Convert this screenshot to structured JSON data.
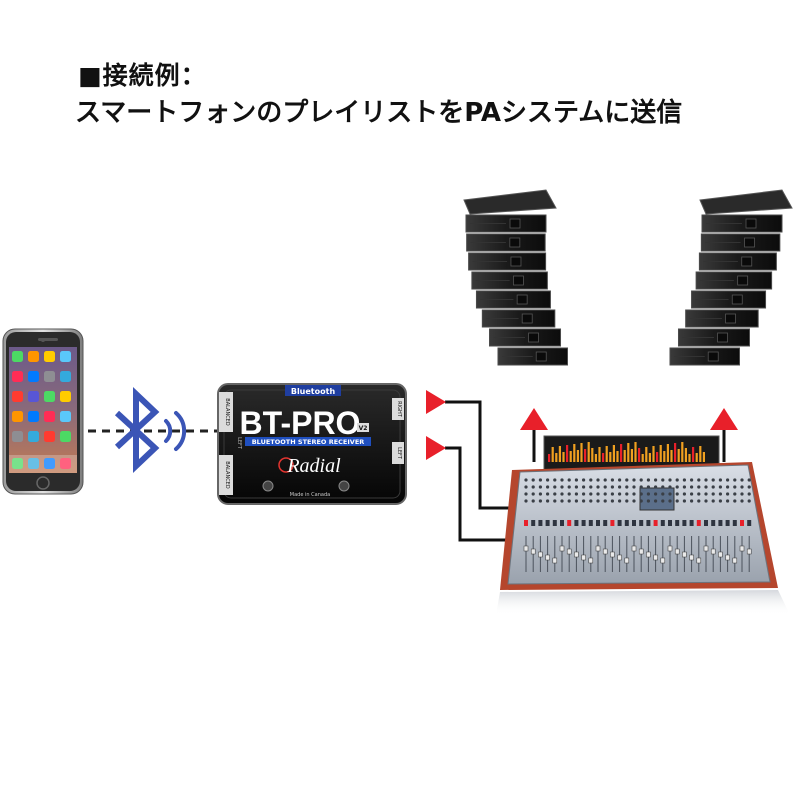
{
  "heading": {
    "line1": "■接続例：",
    "line2": "スマートフォンのプレイリストをPAシステムに送信"
  },
  "device": {
    "bluetooth_label": "Bluetooth",
    "model": "BT-PRO",
    "model_suffix": "V2",
    "subtitle": "BLUETOOTH STEREO RECEIVER",
    "brand": "Radial",
    "made_in": "Made in Canada",
    "side_label_top": "BALANCED",
    "side_label_left": "LEFT",
    "side_label_bottom": "BALANCED",
    "right_label_top": "RIGHT",
    "right_label_bottom": "LEFT"
  },
  "colors": {
    "bluetooth": "#3b55b6",
    "arrow": "#e8202a",
    "cable": "#111111",
    "console_wood": "#b5462d"
  },
  "icons": [
    "smartphone-icon",
    "bluetooth-icon",
    "wireless-waves-icon"
  ]
}
